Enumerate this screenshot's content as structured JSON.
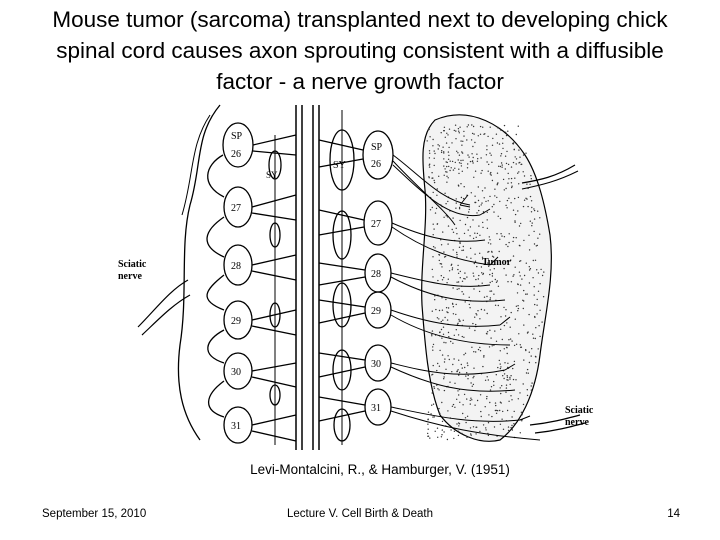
{
  "slide": {
    "title": "Mouse tumor (sarcoma) transplanted next to developing chick\nspinal cord causes axon sprouting consistent with a diffusible\nfactor - a nerve growth factor",
    "citation": "Levi-Montalcini, R., & Hamburger, V. (1951)",
    "footer_date": "September 15, 2010",
    "footer_lecture": "Lecture V. Cell Birth & Death",
    "slide_number": "14"
  },
  "figure": {
    "left": {
      "sp_label": "SP",
      "sy_label": "SY",
      "sciatic_label": "Sciatic\nnerve",
      "ganglia": [
        "26",
        "27",
        "28",
        "29",
        "30",
        "31"
      ]
    },
    "right": {
      "sp_label": "SP",
      "sy_label": "SY",
      "tumor_label": "Tumor",
      "sciatic_label": "Sciatic\nnerve",
      "ganglia": [
        "26",
        "27",
        "28",
        "29",
        "30",
        "31"
      ]
    }
  }
}
